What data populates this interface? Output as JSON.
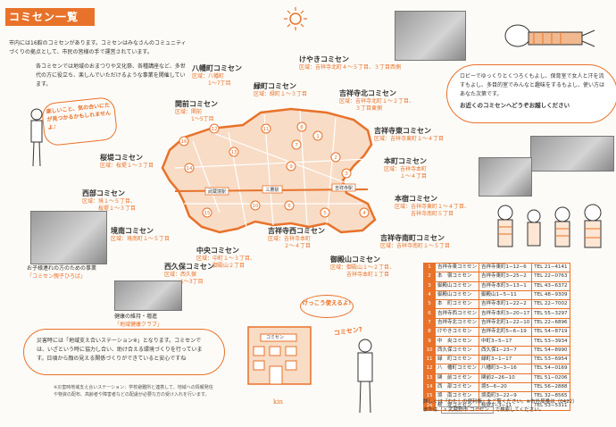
{
  "title": "コミセン一覧",
  "intro": {
    "p1": "市内には16館のコミセンがあります。コミセンはみなさんのコミュニティづくりの拠点として、市民の皆様の手で運営されています。",
    "p2": "各コミセンでは地域のおまつりや文化祭、各種講座など、多世代の方に役立ち、楽しんでいただけるような事業を開催しています。"
  },
  "callout_left": "楽しいこと、気の合いにたが見つかるかもしれませんよ♪",
  "callout_right": {
    "text": "ロビーでゆっくりとくつろくもよし、保育室で女人と汗を流すもよし、多目的室でみんなと趣味をするもよし、使い方はあなた次第です。",
    "emph": "お近くのコミセンへどうぞお越しください"
  },
  "centers": [
    {
      "name": "八幡町コミセン",
      "area": "区域：八幡町\n　　　1〜7丁目"
    },
    {
      "name": "けやきコミセン",
      "area": "区域：吉祥寺北町４〜５丁目、３丁目西側"
    },
    {
      "name": "緑町コミセン",
      "area": "区域：緑町１〜３丁目"
    },
    {
      "name": "吉祥寺北コミセン",
      "area": "区域：吉祥寺北町１〜２丁目、\n　　　３丁目東側"
    },
    {
      "name": "関前コミセン",
      "area": "区域：関前\n　　　1〜5丁目"
    },
    {
      "name": "吉祥寺東コミセン",
      "area": "区域：吉祥寺東町１〜４丁目"
    },
    {
      "name": "桜堤コミセン",
      "area": "区域：桜堤１〜３丁目"
    },
    {
      "name": "本町コミセン",
      "area": "区域：吉祥寺本町\n　　　１〜４丁目"
    },
    {
      "name": "西部コミセン",
      "area": "区域：境１〜５丁目、\n　　　桜堤１〜３丁目"
    },
    {
      "name": "本宿コミセン",
      "area": "区域：吉祥寺東町１〜４丁目、\n　　　吉祥寺南町５丁目"
    },
    {
      "name": "境南コミセン",
      "area": "区域：境南町１〜５丁目"
    },
    {
      "name": "吉祥寺西コミセン",
      "area": "区域：吉祥寺本町\n　　　２〜４丁目"
    },
    {
      "name": "吉祥寺南町コミセン",
      "area": "区域：吉祥寺南町１〜５丁目"
    },
    {
      "name": "中央コミセン",
      "area": "区域：中町１〜３丁目、\n　　　御殿山２丁目"
    },
    {
      "name": "御殿山コミセン",
      "area": "区域：御殿山１〜２丁目、\n　　　吉祥寺本町１丁目"
    },
    {
      "name": "西久保コミセン",
      "area": "区域：西久保\n　　　1〜3丁目"
    }
  ],
  "map": {
    "numbers": [
      "1",
      "2",
      "3",
      "4",
      "5",
      "6",
      "7",
      "8",
      "9",
      "10",
      "11",
      "12",
      "13",
      "14",
      "15",
      "16"
    ],
    "stations": [
      "武蔵境駅",
      "三鷹駅",
      "吉祥寺駅"
    ]
  },
  "photo_captions": {
    "parent": "お子様連れの方のための事業",
    "parent_name": "「コミセン親子ひろば」",
    "health": "健康の維持・増進",
    "health_name": "「地域健康クラブ」"
  },
  "disaster": {
    "text": "災害時には「地域支え合いステーション※」となります。コミセンでは、いざという時に協力し合い、助け合える環境づくりを行っています。日頃から顔の見える関係づくりができていると安心ですね",
    "note": "※災害時地域支え合いステーション：学校避難所と連携して、地域への情報発信や物資の配布、高齢者や障害者などの配慮が必要な方の受け入れを行います。"
  },
  "illust": {
    "speech": "けっこう使えるよ!",
    "question": "コミセン?",
    "sign": "コミセン"
  },
  "directory": [
    {
      "n": "1",
      "name": "吉祥寺東コミセン",
      "addr": "吉祥寺東町1−12−6",
      "tel": "TEL 21−4141"
    },
    {
      "n": "2",
      "name": "本　宿コミセン",
      "addr": "吉祥寺東町3−25−2",
      "tel": "TEL 22−0763"
    },
    {
      "n": "3",
      "name": "御殿山コミセン",
      "addr": "吉祥寺本町3−13−1",
      "tel": "TEL 43−6372"
    },
    {
      "n": "4",
      "name": "御殿山コミセン",
      "addr": "御殿山1−5−11",
      "tel": "TEL 48−9309"
    },
    {
      "n": "5",
      "name": "本　町コミセン",
      "addr": "吉祥寺本町1−22−2",
      "tel": "TEL 22−7002"
    },
    {
      "n": "6",
      "name": "吉祥寺西コミセン",
      "addr": "吉祥寺本町3−20−17",
      "tel": "TEL 55−3297"
    },
    {
      "n": "7",
      "name": "吉祥寺北コミセン",
      "addr": "吉祥寺北町1−22−10",
      "tel": "TEL 22−6896"
    },
    {
      "n": "8",
      "name": "けやきコミセン",
      "addr": "吉祥寺北町5−6−19",
      "tel": "TEL 54−8719"
    },
    {
      "n": "9",
      "name": "中　央コミセン",
      "addr": "中町3−5−17",
      "tel": "TEL 53−3934"
    },
    {
      "n": "10",
      "name": "西久保コミセン",
      "addr": "西久保1−23−7",
      "tel": "TEL 54−8990"
    },
    {
      "n": "11",
      "name": "緑　町コミセン",
      "addr": "緑町3−1−17",
      "tel": "TEL 53−6954"
    },
    {
      "n": "12",
      "name": "八　幡町コミセン",
      "addr": "八幡町3−3−16",
      "tel": "TEL 54−0169"
    },
    {
      "n": "13",
      "name": "関　前コミセン",
      "addr": "関前2−26−10",
      "tel": "TEL 51−0206"
    },
    {
      "n": "14",
      "name": "西　部コミセン",
      "addr": "境5−6−20",
      "tel": "TEL 56−2888"
    },
    {
      "n": "15",
      "name": "境　南コミセン",
      "addr": "境南町3−22−9",
      "tel": "TEL 32−8565"
    },
    {
      "n": "16",
      "name": "桜　堤コミセン",
      "addr": "桜堤3−3−11",
      "tel": "TEL 53−5311"
    }
  ],
  "footer": {
    "line1": "詳しくは『わたしの便利帳』をご覧ください。※市外局番は（0422）",
    "line2": "または",
    "search_term": "武蔵野市 コミセン",
    "line3": "で検索してください。"
  },
  "signature": "kin",
  "colors": {
    "accent": "#e8722a",
    "map_fill": "#f8dcc6"
  }
}
